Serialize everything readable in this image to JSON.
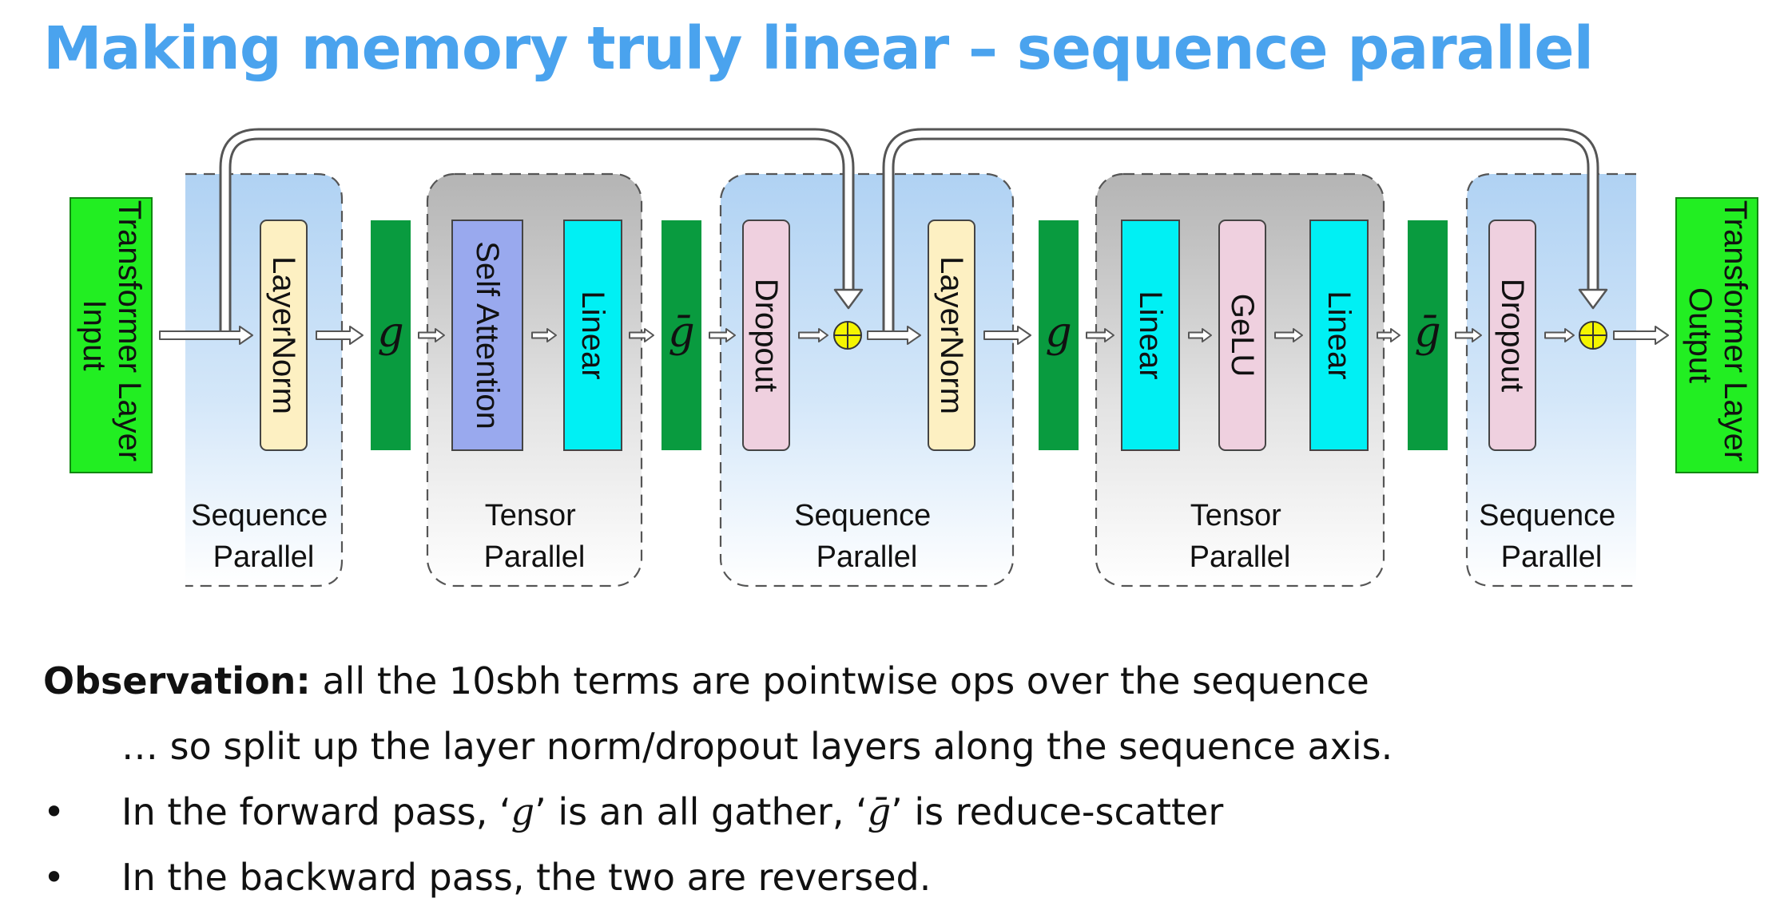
{
  "title": "Making memory truly linear – sequence parallel",
  "diagram": {
    "input_label": [
      "Transformer Layer",
      "Input"
    ],
    "output_label": [
      "Transformer Layer",
      "Output"
    ],
    "blocks": {
      "layernorm_1": "LayerNorm",
      "self_attention": "Self Attention",
      "linear_1": "Linear",
      "dropout_1": "Dropout",
      "layernorm_2": "LayerNorm",
      "linear_2": "Linear",
      "gelu": "GeLU",
      "linear_3": "Linear",
      "dropout_2": "Dropout"
    },
    "gather_symbol": "g",
    "reduce_scatter_symbol": "ḡ",
    "groups": {
      "seq_1": [
        "Sequence",
        "Parallel"
      ],
      "tensor_1": [
        "Tensor",
        "Parallel"
      ],
      "seq_2": [
        "Sequence",
        "Parallel"
      ],
      "tensor_2": [
        "Tensor",
        "Parallel"
      ],
      "seq_3": [
        "Sequence",
        "Parallel"
      ]
    },
    "colors": {
      "io": "#22ee22",
      "g_block": "#099b3f",
      "layernorm": "#fdf0c2",
      "self_attention": "#99a9ee",
      "linear": "#00f0f4",
      "dropout": "#efd0df",
      "gelu": "#efd0df",
      "add": "#f5f500"
    }
  },
  "text": {
    "observation_head": "Observation:",
    "observation_body": " all the 10sbh terms are pointwise ops over the sequence",
    "line2": "… so split up the layer norm/dropout layers along the sequence axis.",
    "bullets": [
      {
        "symbol": "•",
        "pre": "In the forward pass, ‘",
        "g": "g",
        "mid": "’ is an all gather, ‘",
        "gbar": "ḡ",
        "post": "’ is reduce-scatter"
      },
      {
        "symbol": "•",
        "text": "In the backward pass, the two are reversed."
      }
    ]
  }
}
